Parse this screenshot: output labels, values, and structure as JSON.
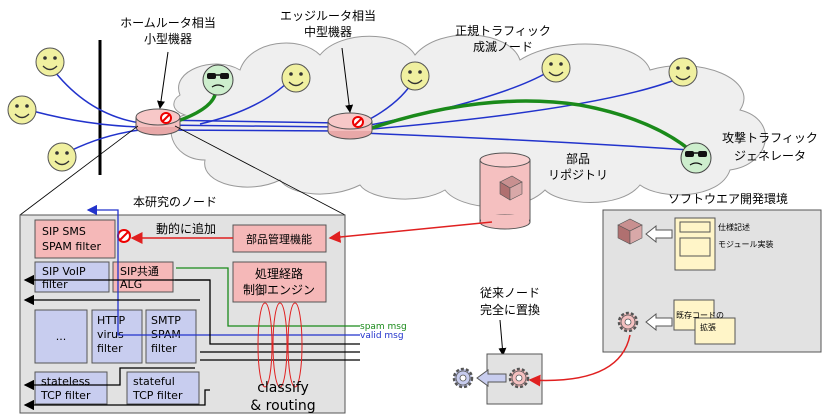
{
  "labels": {
    "home_router_line1": "ホームルータ相当",
    "home_router_line2": "小型機器",
    "edge_router_line1": "エッジルータ相当",
    "edge_router_line2": "中型機器",
    "legit_traffic_line1": "正規トラフィック",
    "legit_traffic_line2": "成滅ノード",
    "attack_traffic_line1": "攻撃トラフィック",
    "attack_traffic_line2": "ジェネレータ",
    "repository_line1": "部品",
    "repository_line2": "リポジトリ",
    "node_title": "本研究のノード",
    "dynamic_add": "動的に追加",
    "sw_env_title": "ソフトウエア開発環境",
    "spec": "仕様記述",
    "module_impl": "モジュール実装",
    "existing_code_line1": "既存コードの",
    "existing_code_line2": "拡張",
    "legacy_node_line1": "従来ノード",
    "legacy_node_line2": "完全に置換",
    "spam_msg": "spam msg",
    "valid_msg": "valid msg",
    "classify_line1": "classify",
    "classify_line2": "& routing"
  },
  "modules": {
    "sip_sms_1": "SIP SMS",
    "sip_sms_2": "SPAM filter",
    "sip_voip_1": "SIP VoIP",
    "sip_voip_2": "filter",
    "sip_common_1": "SIP共通",
    "sip_common_2": "ALG",
    "parts_mgmt": "部品管理機能",
    "routing_ctrl_1": "処理経路",
    "routing_ctrl_2": "制御エンジン",
    "ellipsis": "...",
    "http_1": "HTTP",
    "http_2": "virus",
    "http_3": "filter",
    "smtp_1": "SMTP",
    "smtp_2": "SPAM",
    "smtp_3": "filter",
    "stateless_1": "stateless",
    "stateless_2": "TCP filter",
    "stateful_1": "stateful",
    "stateful_2": "TCP filter"
  },
  "colors": {
    "legit_line": "#2233cc",
    "attack_line": "#1a8a1a",
    "dynamic_arrow": "#e02020",
    "pink_box": "#f5b8b8",
    "blue_box": "#c8cdef",
    "node_bg": "#e2e2e2",
    "smiley": "#f0f0a0"
  }
}
